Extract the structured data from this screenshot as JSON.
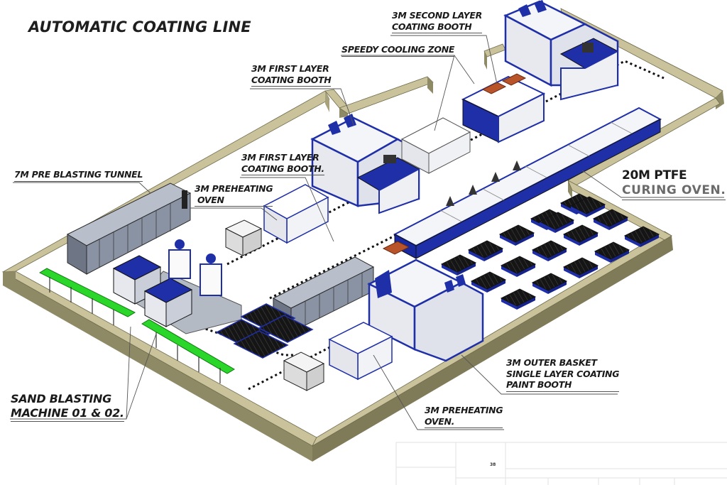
{
  "drawing": {
    "title": "AUTOMATIC COATING LINE",
    "colors": {
      "wall_top": "#c9c29a",
      "wall_side": "#8f8a66",
      "floor": "#ffffff",
      "equipment_blue": "#1f2fa8",
      "equipment_panel": "#eef0f4",
      "tunnel_grey": "#8a93a3",
      "conveyor_green": "#2bd62b",
      "basket_black": "#111111",
      "crate_orange": "#b8532a",
      "leader_line": "#555555"
    }
  },
  "labels": {
    "second_booth": {
      "line1": "3M SECOND LAYER",
      "line2": "COATING BOOTH"
    },
    "cooling_zone": {
      "line1": "SPEEDY COOLING ZONE"
    },
    "first_booth_top": {
      "line1": "3M FIRST  LAYER",
      "line2": "COATING BOOTH"
    },
    "first_booth_mid": {
      "line1": "3M FIRST LAYER",
      "line2": "COATING BOOTH."
    },
    "pre_blasting_tunnel": {
      "line1": "7M PRE BLASTING TUNNEL"
    },
    "preheating_oven_top": {
      "line1": "3M PREHEATING",
      "line2": " OVEN"
    },
    "ptfe_oven": {
      "line1": "20M PTFE",
      "line2": "CURING OVEN."
    },
    "outer_basket_booth": {
      "line1": "3M OUTER BASKET",
      "line2": "SINGLE LAYER COATING",
      "line3": "PAINT BOOTH"
    },
    "sand_blasting": {
      "line1": "SAND BLASTING",
      "line2": "MACHINE 01 & 02."
    },
    "preheating_oven_bottom": {
      "line1": "3M PREHEATING",
      "line2": "OVEN."
    }
  },
  "title_block": {
    "sheet_number": "38"
  }
}
